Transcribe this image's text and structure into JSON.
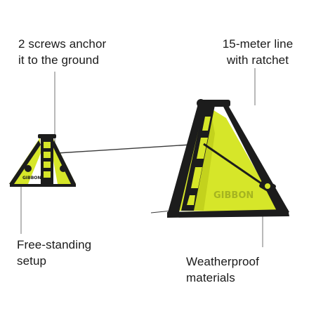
{
  "callouts": {
    "screws": {
      "line1": "2 screws anchor",
      "line2": "it to the ground"
    },
    "line": {
      "line1": "15-meter line",
      "line2": "with ratchet"
    },
    "free": {
      "line1": "Free-standing",
      "line2": "setup"
    },
    "weather": {
      "line1": "Weatherproof",
      "line2": "materials"
    }
  },
  "colors": {
    "background": "#ffffff",
    "fabric_yellow": "#d6e629",
    "frame_black": "#1c1c1c",
    "leader_grey": "#8a8a8a"
  }
}
